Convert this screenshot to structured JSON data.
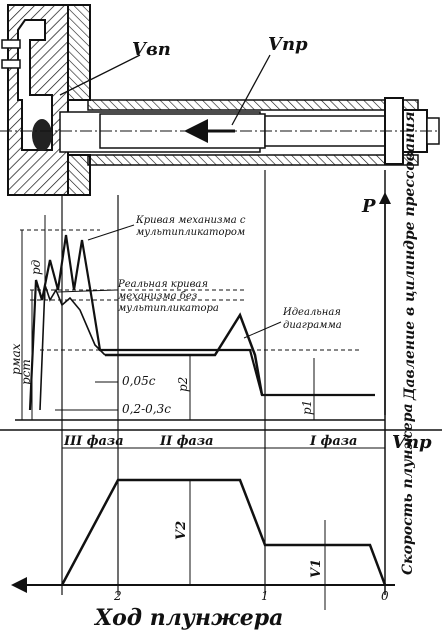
{
  "diagram": {
    "labels": {
      "v_vp": "Vвп",
      "v_pr": "Vпр",
      "curve_multiplier": "Кривая механизма с мультипликатором",
      "real_curve": "Реальная кривая механизма без мультипликатора",
      "ideal_diagram": "Идеальная диаграмма",
      "p": "P",
      "pressure_axis": "Давление в цилиндре прессования",
      "t1": "0,05с",
      "t2": "0,2-0,3с",
      "p_d": "pд",
      "p_max": "pмах",
      "p_st": "pст",
      "p_2": "p2",
      "p_1": "p1",
      "phase3": "III фаза",
      "phase2": "II фаза",
      "phase1": "I фаза",
      "v_pr_bottom": "Vпр",
      "velocity_axis": "Скорость плунжера",
      "v2": "V2",
      "v1": "V1",
      "tick2": "2",
      "tick1": "1",
      "tick0": "0",
      "x_axis": "Ход плунжера"
    },
    "colors": {
      "ink": "#111111",
      "paper": "#ffffff"
    }
  }
}
